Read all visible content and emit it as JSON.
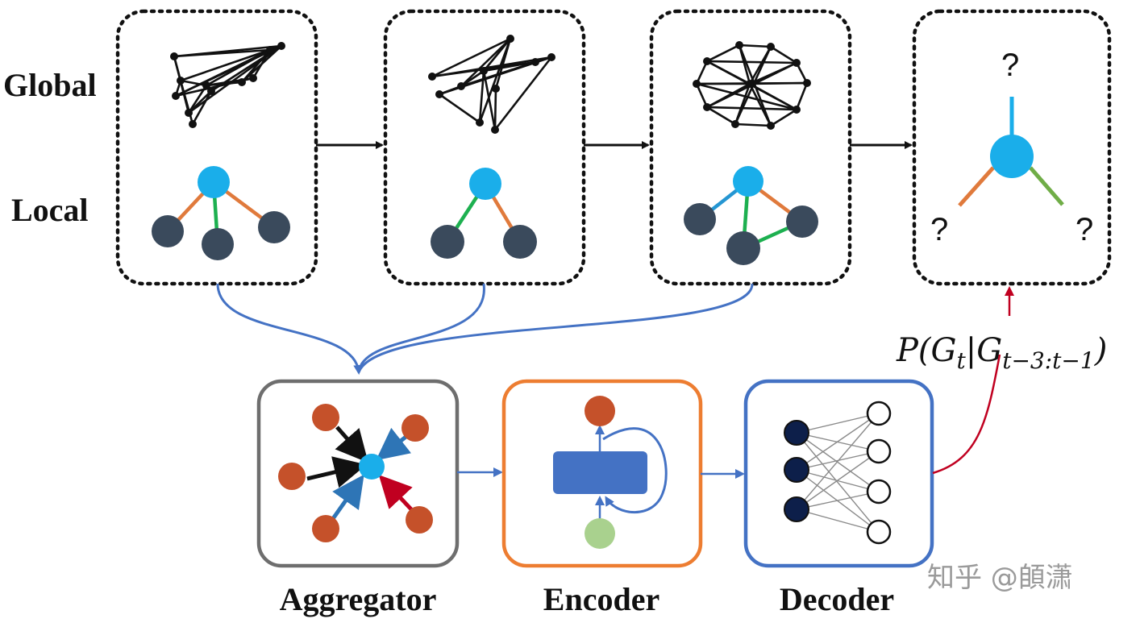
{
  "labels": {
    "global": "Global",
    "local": "Local",
    "aggregator": "Aggregator",
    "encoder": "Encoder",
    "decoder": "Decoder",
    "question": "?"
  },
  "formula": {
    "prefix": "P(G",
    "sub1": "t",
    "mid": "|G",
    "sub2": "t−3:t−1",
    "suffix": ")"
  },
  "watermark": "知乎 @䫁潇",
  "colors": {
    "node_dark": "#3a4a5c",
    "node_blue": "#1aaeea",
    "node_orange": "#c5512a",
    "node_green": "#a9d18e",
    "node_navy": "#0d1f4a",
    "edge_orange": "#e07a3c",
    "edge_green": "#1db050",
    "edge_blue": "#2596d2",
    "flow_blue": "#4472c4",
    "flow_red": "#c00020",
    "box_gray": "#6e6e6e",
    "box_orange": "#ed7d31",
    "box_blue": "#4472c4",
    "encoder_block": "#4472c4"
  }
}
